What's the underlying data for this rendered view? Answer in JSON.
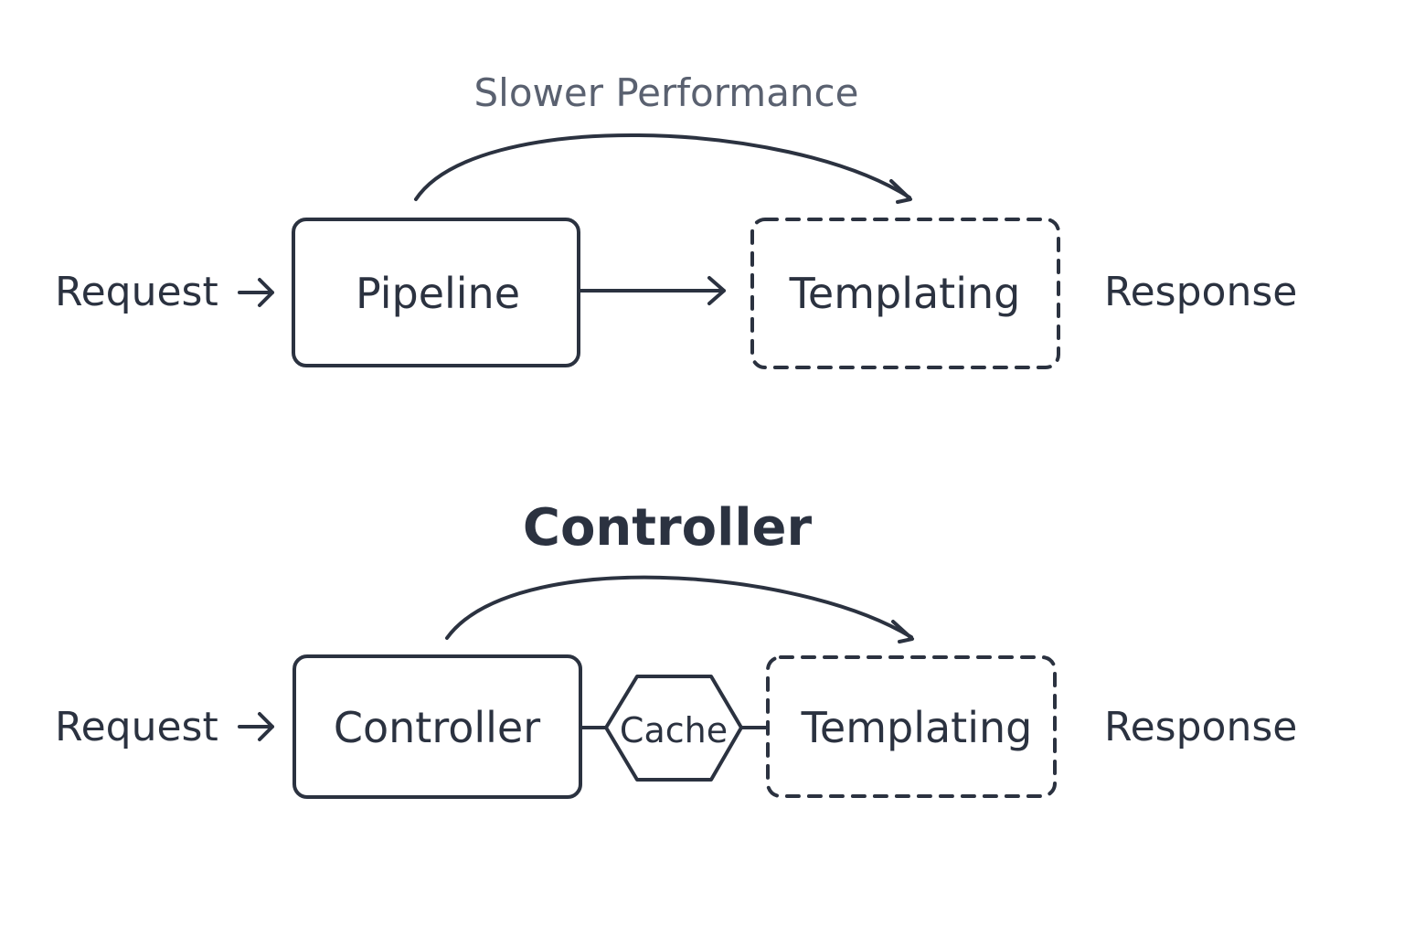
{
  "top": {
    "note": "Slower Performance",
    "request": "Request",
    "stage1": "Pipeline",
    "stage2": "Templating",
    "response": "Response"
  },
  "bottom": {
    "heading": "Controller",
    "request": "Request",
    "stage1": "Controller",
    "cache": "Cache",
    "stage2": "Templating",
    "response": "Response"
  },
  "colors": {
    "ink": "#2b3240",
    "note": "#5a6170",
    "background": "#ffffff"
  }
}
